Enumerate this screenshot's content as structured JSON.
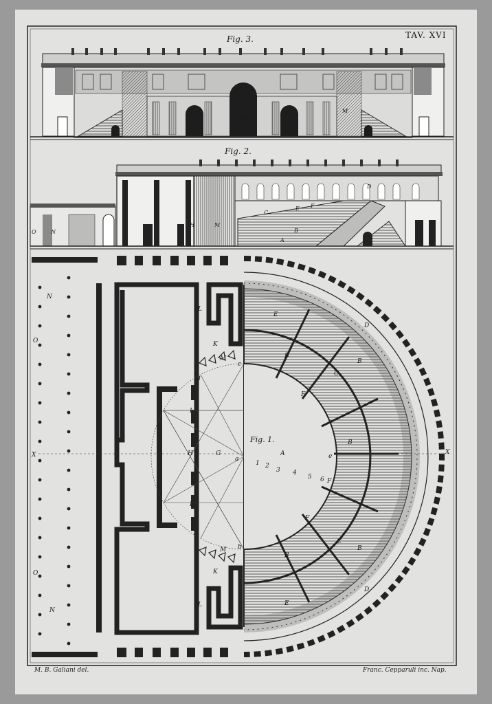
{
  "plate": {
    "number": "TAV. XVI",
    "credit_left": "M. B. Galiani del.",
    "credit_right": "Franc. Cepparuli inc. Nap."
  },
  "figures": {
    "fig3": "Fig. 3.",
    "fig2": "Fig. 2.",
    "fig1": "Fig. 1."
  },
  "plan_labels": {
    "A": "A",
    "B": "B",
    "C": "C",
    "D": "D",
    "E": "E",
    "F": "F",
    "G": "G",
    "H": "H",
    "I": "I",
    "K": "K",
    "L": "L",
    "M": "M",
    "N": "N",
    "O": "O",
    "X": "X",
    "a": "a",
    "b": "b",
    "c": "c",
    "e": "e",
    "g": "g",
    "n1": "1",
    "n2": "2",
    "n3": "3",
    "n4": "4",
    "n5": "5",
    "n6": "6"
  },
  "section_labels": {
    "A": "A",
    "B": "B",
    "C": "C",
    "D": "D",
    "E": "E",
    "F": "F",
    "H": "H",
    "M": "M",
    "N": "N",
    "O": "O"
  }
}
